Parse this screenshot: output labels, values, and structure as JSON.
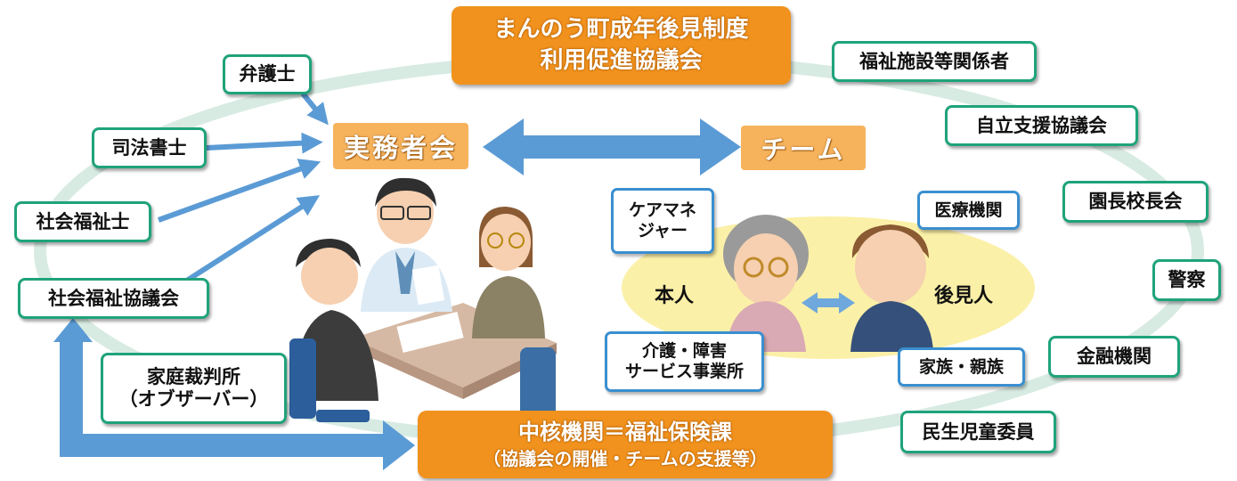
{
  "council": {
    "line1": "まんのう町成年後見制度",
    "line2": "利用促進協議会"
  },
  "core_agency": {
    "line1": "中核機関＝福祉保険課",
    "line2": "（協議会の開催・チームの支援等）"
  },
  "practitioners_meeting": "実務者会",
  "team": "チーム",
  "left_members": {
    "lawyer": "弁護士",
    "judicial_scrivener": "司法書士",
    "social_worker": "社会福祉士",
    "social_welfare_council": "社会福祉協議会"
  },
  "family_court": {
    "line1": "家庭裁判所",
    "line2": "（オブザーバー）"
  },
  "right_members": {
    "welfare_facilities": "福祉施設等関係者",
    "independence_support": "自立支援協議会",
    "principals_council": "園長校長会",
    "police": "警察",
    "financial_institutions": "金融機関",
    "welfare_commissioners": "民生児童委員"
  },
  "team_members": {
    "care_manager": {
      "line1": "ケアマネ",
      "line2": "ジャー"
    },
    "medical": "医療機関",
    "care_services": {
      "line1": "介護・障害",
      "line2": "サービス事業所"
    },
    "family": "家族・親族",
    "principal": "本人",
    "guardian": "後見人"
  },
  "colors": {
    "green_border": "#1fa37a",
    "blue_border": "#3a8fd0",
    "orange": "#f0921d",
    "light_orange": "#f6b35c",
    "arrow_blue": "#5b9bd5",
    "ring": "#d8ebe3",
    "ellipse": "#fbf0a8"
  }
}
